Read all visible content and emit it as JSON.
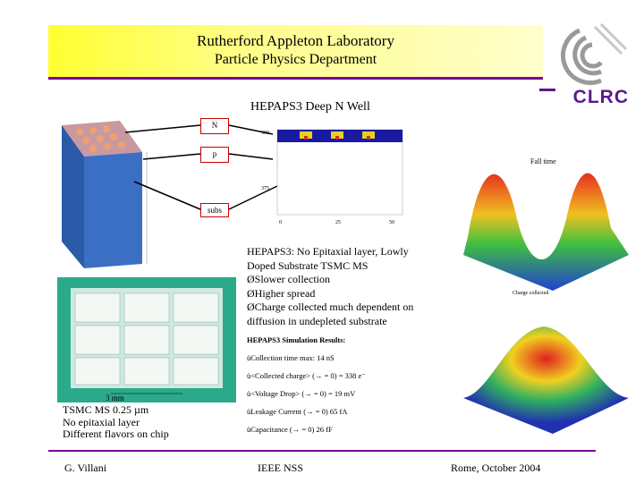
{
  "header": {
    "line1": "Rutherford Appleton Laboratory",
    "line2": "Particle Physics Department"
  },
  "logo": {
    "text": "CLRC",
    "color": "#5a1a8a"
  },
  "section_title": "HEPAPS3 Deep N Well",
  "labels": {
    "n": "N",
    "p": "p",
    "subs": "subs"
  },
  "field_plot": {
    "ticks_y": [
      "300",
      "375"
    ],
    "ticks_x": [
      "0",
      "25",
      "50"
    ]
  },
  "description": {
    "title": "HEPAPS3: No Epitaxial layer, Lowly Doped Substrate TSMC MS",
    "bullets": [
      "Slower collection",
      "Higher spread",
      "Charge collected much dependent on diffusion in undepleted substrate"
    ]
  },
  "results": {
    "title": "HEPAPS3 Simulation Results:",
    "items": [
      "Collection time max: 14 nS",
      "<Collected charge> (→ = 0) = 338 e⁻",
      "<Voltage Drop> (→ = 0) = 19 mV",
      "Leakage Current (→ = 0) 65 fA",
      "Capacitance (→ = 0) 26 fF"
    ]
  },
  "chip": {
    "scale": "3 mm"
  },
  "tsmc": {
    "line1": "TSMC MS 0.25 µm",
    "line2": "No epitaxial layer",
    "line3": "Different flavors on chip"
  },
  "plot_a": {
    "title": "Fall time",
    "xlabel": "Charge collected"
  },
  "footer": {
    "left": "G. Villani",
    "mid": "IEEE NSS",
    "right": "Rome, October 2004"
  },
  "colors": {
    "header_yellow": "#ffff33",
    "rule_purple": "#7a0099",
    "chip_green": "#2aaa8a"
  }
}
